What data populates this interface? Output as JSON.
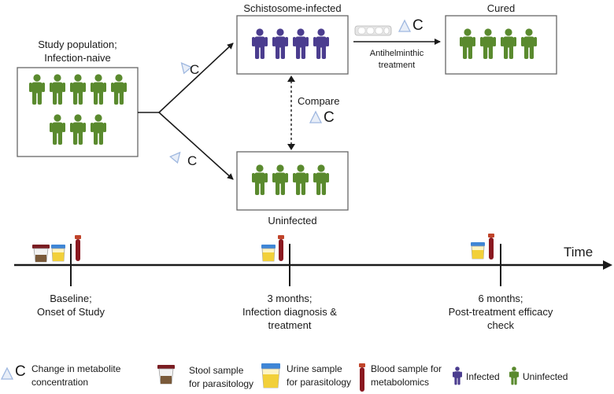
{
  "labels": {
    "study_population": "Study population;",
    "infection_naive": "Infection-naive",
    "schistosome_infected": "Schistosome-infected",
    "cured": "Cured",
    "uninfected": "Uninfected",
    "compare": "Compare",
    "antihelminthic_1": "Antihelminthic",
    "antihelminthic_2": "treatment",
    "delta_c": "C"
  },
  "timeline": {
    "axis_label": "Time",
    "points": [
      {
        "line1": "Baseline;",
        "line2": "Onset of Study",
        "line3": ""
      },
      {
        "line1": "3 months;",
        "line2": "Infection diagnosis  &",
        "line3": "treatment"
      },
      {
        "line1": "6 months;",
        "line2": "Post-treatment efficacy",
        "line3": "check"
      }
    ]
  },
  "legend": {
    "metabolite_1": "Change in metabolite",
    "metabolite_2": "concentration",
    "stool_1": "Stool sample",
    "stool_2": "for parasitology",
    "urine_1": "Urine sample",
    "urine_2": "for parasitology",
    "blood_1": "Blood sample for",
    "blood_2": "metabolomics",
    "infected": "Infected",
    "uninfected": "Uninfected"
  },
  "colors": {
    "infected": "#4b3d8f",
    "uninfected": "#5a8a2e",
    "line": "#1a1a1a",
    "box_border": "#666666",
    "delta": "#9fb8e0"
  }
}
